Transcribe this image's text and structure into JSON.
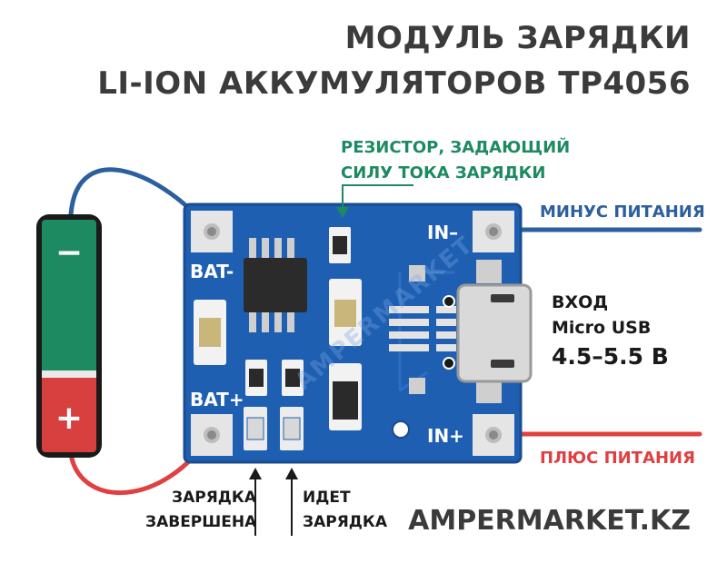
{
  "title": {
    "line1": "МОДУЛЬ ЗАРЯДКИ",
    "line2": "LI-ION АККУМУЛЯТОРОВ TP4056"
  },
  "resistor_note": {
    "line1": "РЕЗИСТОР, ЗАДАЮЩИЙ",
    "line2": "СИЛУ ТОКА ЗАРЯДКИ"
  },
  "minus_power": "МИНУС ПИТАНИЯ",
  "plus_power": "ПЛЮС ПИТАНИЯ",
  "input": {
    "line1": "ВХОД",
    "line2": "Micro USB",
    "line3": "4.5–5.5 В"
  },
  "pads": {
    "bat_minus": "BAT-",
    "bat_plus": "BAT+",
    "in_minus": "IN–",
    "in_plus": "IN+"
  },
  "battery": {
    "minus_sign": "−",
    "plus_sign": "+"
  },
  "led_done": {
    "line1": "ЗАРЯДКА",
    "line2": "ЗАВЕРШЕНА"
  },
  "led_charging": {
    "line1": "ИДЕТ",
    "line2": "ЗАРЯДКА"
  },
  "brand": "AMPERMARKET.KZ",
  "watermark": "AMPERMARKET",
  "colors": {
    "board": "#1f5fb2",
    "wire_minus": "#2c5f9e",
    "wire_plus": "#e0403f",
    "battery_top": "#1e8a61",
    "battery_bottom": "#d8403f",
    "resistor_note": "#1e8a61"
  }
}
